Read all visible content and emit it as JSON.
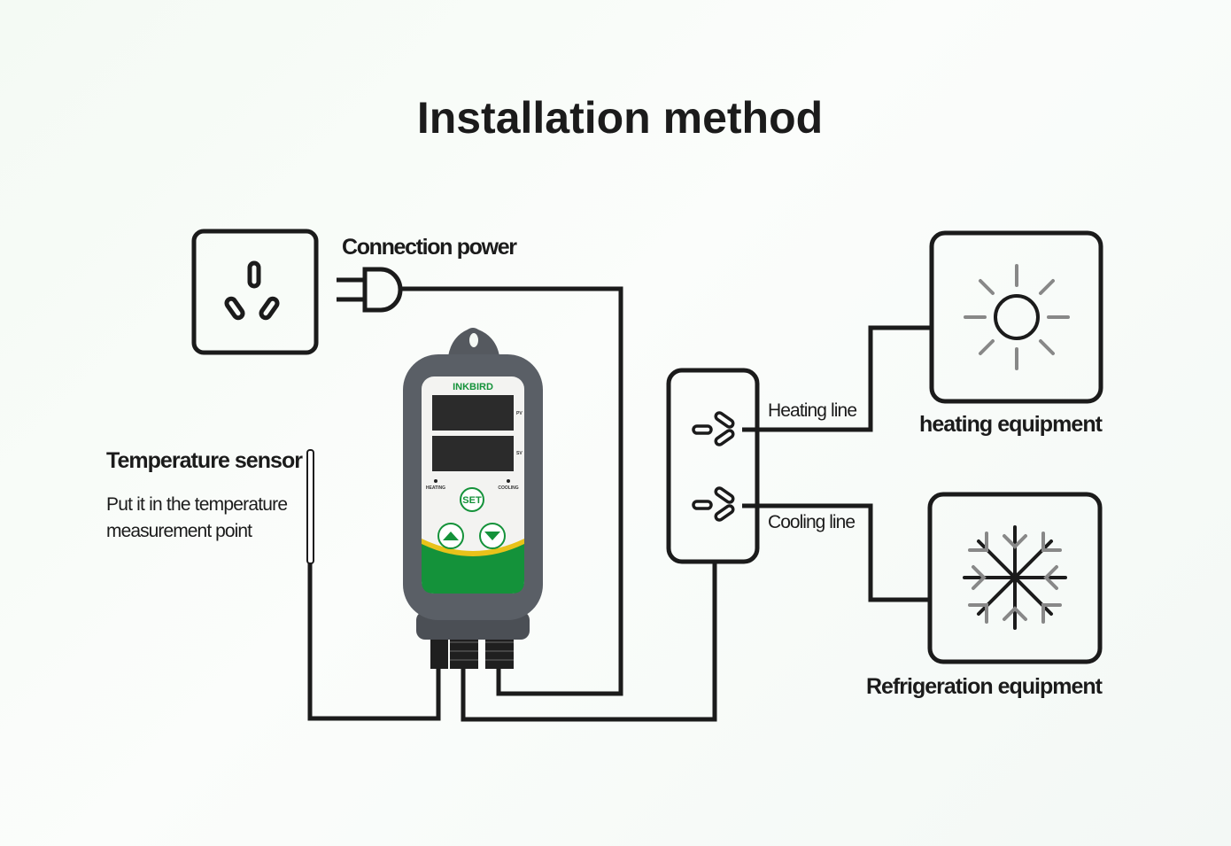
{
  "title": "Installation method",
  "labels": {
    "connection_power": "Connection power",
    "temperature_sensor": "Temperature sensor",
    "sensor_desc_line1": "Put it in the temperature",
    "sensor_desc_line2": "measurement point",
    "heating_line": "Heating line",
    "cooling_line": "Cooling line",
    "heating_equipment": "heating equipment",
    "refrigeration_equipment": "Refrigeration equipment"
  },
  "device": {
    "brand": "INKBIRD",
    "pv": "PV",
    "sv": "SV",
    "heating": "HEATING",
    "cooling": "COOLING",
    "set": "SET",
    "colors": {
      "body": "#5a5f66",
      "green": "#14923a",
      "yellow": "#e8c21a",
      "display": "#2b2b2b"
    }
  }
}
